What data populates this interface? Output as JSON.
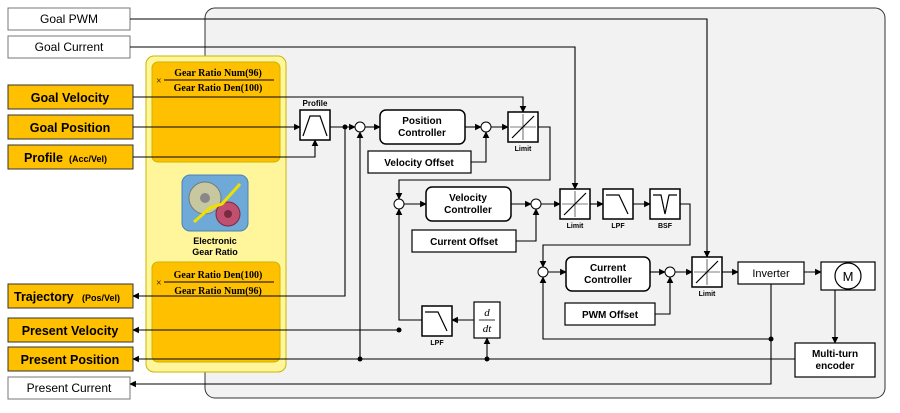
{
  "inputs": {
    "goal_pwm": "Goal PWM",
    "goal_current": "Goal Current",
    "goal_velocity": "Goal Velocity",
    "goal_position": "Goal Position",
    "profile": "Profile",
    "profile_suffix": "(Acc/Vel)"
  },
  "outputs": {
    "trajectory": "Trajectory",
    "trajectory_suffix": "(Pos/Vel)",
    "present_velocity": "Present Velocity",
    "present_position": "Present Position",
    "present_current": "Present Current"
  },
  "gear": {
    "times": "×",
    "top_num": "Gear Ratio Num(96)",
    "top_den": "Gear Ratio Den(100)",
    "bottom_num": "Gear Ratio Den(100)",
    "bottom_den": "Gear Ratio Num(96)",
    "caption_line1": "Electronic",
    "caption_line2": "Gear Ratio"
  },
  "blocks": {
    "profile": "Profile",
    "position_controller_1": "Position",
    "position_controller_2": "Controller",
    "velocity_offset": "Velocity Offset",
    "limit": "Limit",
    "velocity_controller_1": "Velocity",
    "velocity_controller_2": "Controller",
    "current_offset": "Current Offset",
    "lpf": "LPF",
    "bsf": "BSF",
    "current_controller_1": "Current",
    "current_controller_2": "Controller",
    "pwm_offset": "PWM Offset",
    "inverter": "Inverter",
    "motor": "M",
    "encoder_1": "Multi-turn",
    "encoder_2": "encoder",
    "deriv_num": "d",
    "deriv_den": "dt"
  },
  "colors": {
    "gold": "#FFC000",
    "yellow_panel": "#FFF59A",
    "panel_bg": "#F2F2F2"
  }
}
